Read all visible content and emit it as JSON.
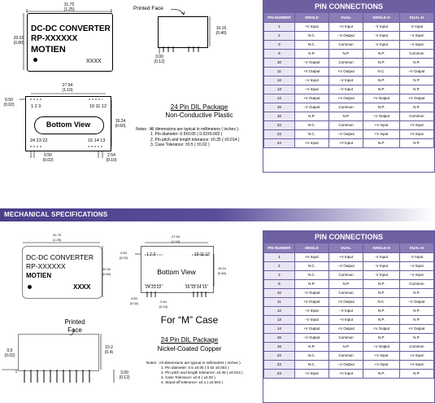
{
  "top": {
    "module": {
      "line1": "DC-DC CONVERTER",
      "line2": "RP-XXXXXX",
      "brand": "MOTIEN",
      "code": "XXXX"
    },
    "dims": {
      "width": "31.75",
      "width_in": "(1.25)",
      "height": "20.32",
      "height_in": "(0.80)",
      "side_h": "10.16",
      "side_h_in": "(0.40)",
      "pin_len": "3.00",
      "pin_len_in": "(0.12)",
      "bottom_w": "27.94",
      "bottom_w_in": "(1.10)",
      "bottom_h": "15.24",
      "bottom_h_in": "(0.60)",
      "offset": "0.50",
      "offset_in": "(0.02)",
      "pin_off": "0.50",
      "pin_off_in": "(0.02)",
      "pitch": "2.54",
      "pitch_in": "(0.10)"
    },
    "printed_face": "Printed Face",
    "bottom_view": "Bottom View",
    "pin_top_left": "1  2  3",
    "pin_top_right": "10  11  12",
    "pin_bot_left": "24  23  22",
    "pin_bot_right": "15  14  13",
    "package_title": "24 Pin DIL Package",
    "package_sub": "Non-Conductive Plastic",
    "notes": [
      "Notes : All dimensions are typical in millimeters ( inches ).",
      "1. Pin diameter:  0.5±0.05 ( 0.02±0.002 )",
      "2. Pin pitch and length tolerance:  ±0.35 ( ±0.014 )",
      "3. Case Tolerance:  ±0.5 ( ±0.02 )"
    ]
  },
  "section_title": "MECHANICAL SPECIFICATIONS",
  "bottom": {
    "module": {
      "line1": "DC-DC CONVERTER",
      "line2": "RP-XXXXXX",
      "brand": "MOTIEN",
      "code": "XXXX"
    },
    "dims": {
      "width": "31.75",
      "width_in": "(1.25)",
      "height": "20.32",
      "height_in": "(0.80)",
      "bottom_w": "27.94",
      "bottom_w_in": "(1.10)",
      "bottom_h": "15.24",
      "bottom_h_in": "(0.60)",
      "offset": "0.50",
      "offset_in": "(0.02)",
      "pin_off": "0.50",
      "pin_off_in": "(0.02)",
      "pitch": "2.54",
      "pitch_in": "(0.10)",
      "side_left": "0.5",
      "side_left_in": "(0.02)",
      "side_h": "10.2",
      "side_h_in": "(0.4)",
      "pin_len": "3.00",
      "pin_len_in": "(0.12)"
    },
    "printed_face": "Printed\nFace",
    "bottom_view": "Bottom View",
    "pin_top_left": "1  2  3",
    "pin_top_right": "10  11  12",
    "pin_bot_left": "24  23  22",
    "pin_bot_right": "16  15  14  13",
    "case_title": "For “M” Case",
    "package_title": "24 Pin DIL Package",
    "package_sub": "Nickel-Coated Copper",
    "notes": [
      "Notes : All dimensions are typical in millimeters ( inches ).",
      "1. Pin diameter:  0.5 ±0.05 ( 0.02 ±0.002 )",
      "2. Pin pitch and length tolerance:  ±0.35 ( ±0.014 )",
      "3. Case Tolerance:  ±0.5 ( ±0.02 )",
      "4. Stand-off tolerance:  ±0.1 ( ±0.004 )"
    ]
  },
  "pin_table": {
    "title": "PIN CONNECTIONS",
    "headers": [
      "PIN NUMBER",
      "SINGLE",
      "DUAL",
      "SINGLE-H",
      "DUAL-H"
    ],
    "rows": [
      [
        "1",
        "+V Input",
        "+V Input",
        "-V Input",
        "-V Input"
      ],
      [
        "2",
        "N.C.",
        "−V Output",
        "-V Input",
        "−V Input"
      ],
      [
        "3",
        "N.C.",
        "Common",
        "-V Input",
        "−V Input"
      ],
      [
        "9",
        "N.P.",
        "N.P.",
        "N.P.",
        "Common"
      ],
      [
        "10",
        "−V Output",
        "Common",
        "N.P.",
        "N.P."
      ],
      [
        "11",
        "+V Output",
        "+V Output",
        "N.C.",
        "−V Output"
      ],
      [
        "12",
        "−V Input",
        "−V Input",
        "N.P.",
        "N.P."
      ],
      [
        "13",
        "−V Input",
        "−V Input",
        "N.P.",
        "N.P."
      ],
      [
        "14",
        "+V Output",
        "+V Output",
        "+V Output",
        "+V Output"
      ],
      [
        "15",
        "−V Output",
        "Common",
        "N.P.",
        "N.P."
      ],
      [
        "16",
        "N.P.",
        "N.P.",
        "−V Output",
        "Common"
      ],
      [
        "22",
        "N.C.",
        "Common",
        "+V Input",
        "+V Input"
      ],
      [
        "23",
        "N.C.",
        "−V Output",
        "+V Input",
        "+V Input"
      ],
      [
        "24",
        "+V Input",
        "+V Input",
        "N.P.",
        "N.P."
      ]
    ]
  }
}
